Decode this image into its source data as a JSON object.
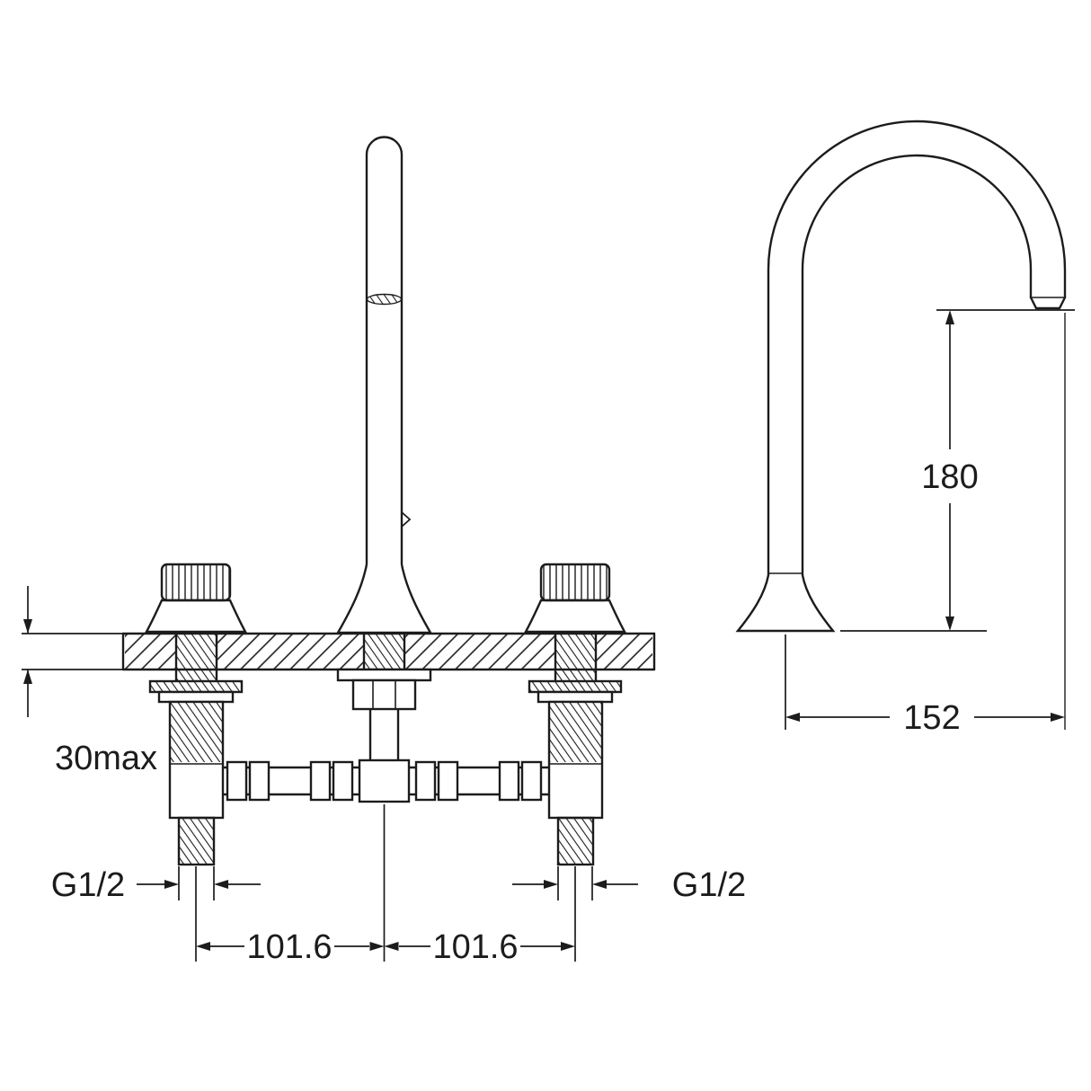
{
  "drawing": {
    "kind": "technical-dimension-drawing",
    "subject": "3-hole deck-mounted basin mixer with gooseneck spout",
    "colors": {
      "background": "#ffffff",
      "line": "#1c1c1c"
    },
    "front_view": {
      "deck_thickness_label": "30max",
      "left_inlet_thread_label": "G1/2",
      "right_inlet_thread_label": "G1/2",
      "left_hole_spacing_label": "101.6",
      "right_hole_spacing_label": "101.6"
    },
    "side_view": {
      "spout_height_label": "180",
      "spout_reach_label": "152"
    }
  }
}
